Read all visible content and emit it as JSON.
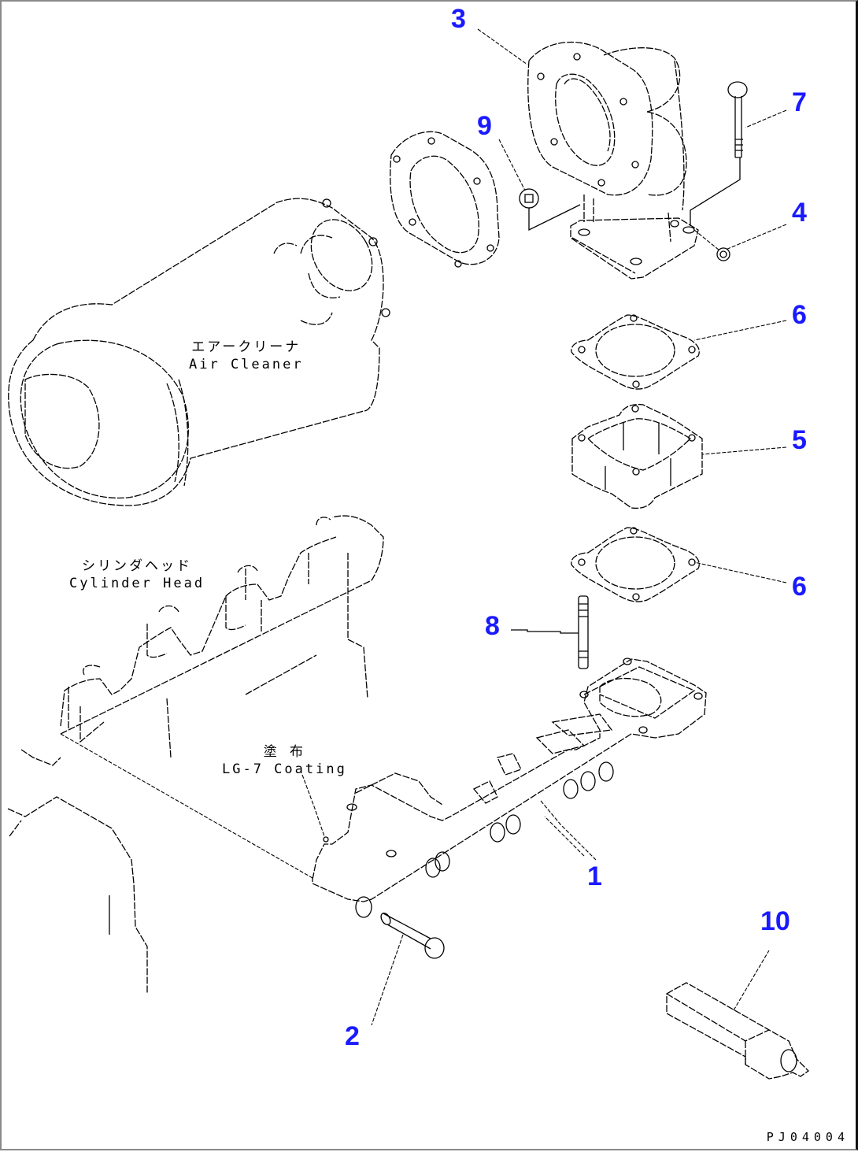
{
  "diagram": {
    "type": "exploded parts diagram",
    "drawing_id": "PJ04004",
    "callout_color": "#1a1aff",
    "callouts": [
      {
        "id": "1",
        "label": "1",
        "part": "exhaust manifold"
      },
      {
        "id": "2",
        "label": "2",
        "part": "bolt"
      },
      {
        "id": "3",
        "label": "3",
        "part": "elbow"
      },
      {
        "id": "4",
        "label": "4",
        "part": "nut"
      },
      {
        "id": "5",
        "label": "5",
        "part": "spacer"
      },
      {
        "id": "6a",
        "label": "6",
        "part": "gasket (upper)"
      },
      {
        "id": "6b",
        "label": "6",
        "part": "gasket (lower)"
      },
      {
        "id": "7",
        "label": "7",
        "part": "bolt"
      },
      {
        "id": "8",
        "label": "8",
        "part": "stud"
      },
      {
        "id": "9",
        "label": "9",
        "part": "nut"
      },
      {
        "id": "10",
        "label": "10",
        "part": "tool"
      }
    ],
    "annotations": {
      "air_cleaner": {
        "jp": "エアークリーナ",
        "en": "Air Cleaner"
      },
      "cylinder_head": {
        "jp": "シリンダヘッド",
        "en": "Cylinder Head"
      },
      "coating": {
        "jp": "塗 布",
        "en": "LG-7 Coating"
      }
    }
  }
}
